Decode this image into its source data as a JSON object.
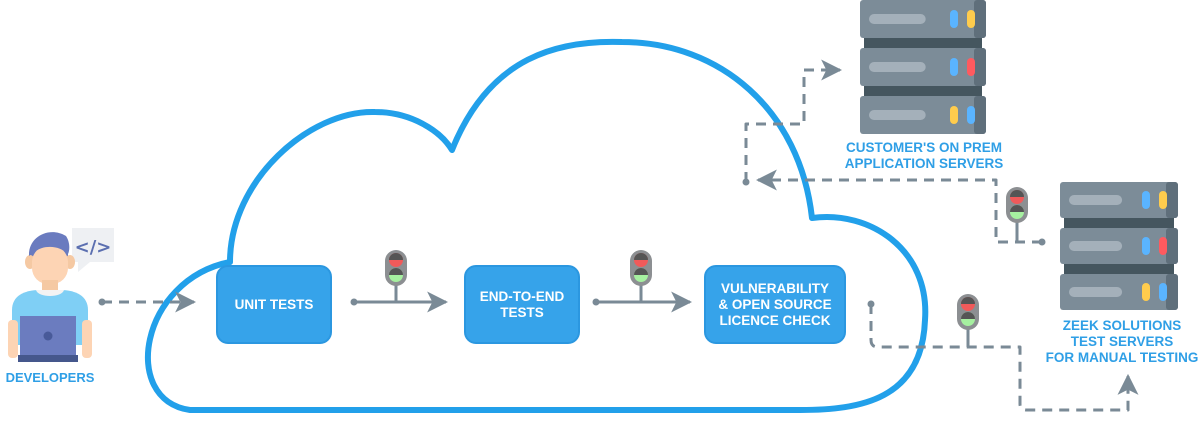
{
  "colors": {
    "cloud_stroke": "#22a0ea",
    "box_fill": "#36a3ea",
    "label_text": "#2f9fe6",
    "connector": "#7a8a96",
    "server_body": "#7c8c98",
    "server_dark": "#5f6f7b",
    "server_gap": "#45565f",
    "light_red": "#f05a5a",
    "light_green": "#a6f0a0",
    "led_blue": "#5ab4ff",
    "led_yellow": "#ffcc4d",
    "led_red": "#ff5a5f"
  },
  "developers": {
    "label": "DEVELOPERS",
    "bubble_glyph": "</>"
  },
  "stages": [
    {
      "id": "unit-tests",
      "lines": [
        "UNIT TESTS"
      ]
    },
    {
      "id": "end-to-end-tests",
      "lines": [
        "END-TO-END",
        "TESTS"
      ]
    },
    {
      "id": "vulnerability-check",
      "lines": [
        "VULNERABILITY",
        "& OPEN SOURCE",
        "LICENCE CHECK"
      ]
    }
  ],
  "customer_servers": {
    "lines": [
      "CUSTOMER'S ON PREM",
      "APPLICATION SERVERS"
    ],
    "leds": [
      [
        "blue",
        "yellow"
      ],
      [
        "blue",
        "red"
      ],
      [
        "yellow",
        "blue"
      ]
    ]
  },
  "zeek_servers": {
    "lines": [
      "ZEEK SOLUTIONS",
      "TEST SERVERS",
      "FOR MANUAL TESTING"
    ],
    "leds": [
      [
        "blue",
        "yellow"
      ],
      [
        "blue",
        "red"
      ],
      [
        "yellow",
        "blue"
      ]
    ]
  },
  "traffic_lights": [
    {
      "id": "gate-after-unit-tests",
      "state": "red-green"
    },
    {
      "id": "gate-after-e2e-tests",
      "state": "red-green"
    },
    {
      "id": "gate-before-zeek-servers",
      "state": "red-green"
    },
    {
      "id": "gate-zeek-to-customer",
      "state": "red-green"
    }
  ]
}
